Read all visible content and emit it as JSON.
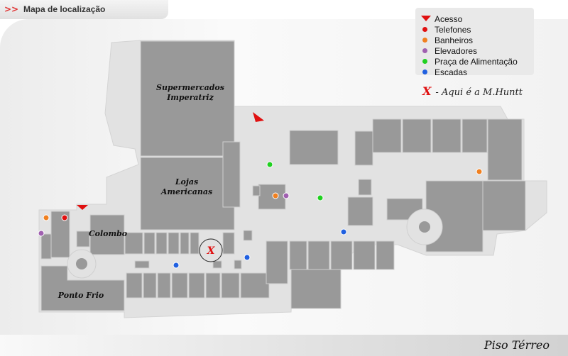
{
  "header": {
    "arrow": ">>",
    "title": "Mapa de localização"
  },
  "legend": {
    "items": [
      {
        "label": "Acesso",
        "symbol": "triangle",
        "color": "#e01010"
      },
      {
        "label": "Telefones",
        "symbol": "dot",
        "color": "#e01010"
      },
      {
        "label": "Banheiros",
        "symbol": "dot",
        "color": "#f08020"
      },
      {
        "label": "Elevadores",
        "symbol": "dot",
        "color": "#a060b0"
      },
      {
        "label": "Praça de Alimentação",
        "symbol": "dot",
        "color": "#20d020"
      },
      {
        "label": "Escadas",
        "symbol": "dot",
        "color": "#2060e0"
      }
    ],
    "here_symbol": "X",
    "here_text": "- Aqui é a M.Huntt"
  },
  "stores": {
    "supermercados_1": "Supermercados",
    "supermercados_2": "Imperatriz",
    "lojas_1": "Lojas",
    "lojas_2": "Americanas",
    "colombo": "Colombo",
    "ponto_frio": "Ponto Frio"
  },
  "map": {
    "current_location_marker": "X"
  },
  "footer": {
    "floor": "Piso Térreo"
  },
  "colors": {
    "corridor": "#e3e3e3",
    "store": "#9a9a9a",
    "store_outline": "#cfcfcf",
    "access": "#e01010",
    "telefones": "#e01010",
    "banheiros": "#f08020",
    "elevadores": "#a060b0",
    "praca": "#20d020",
    "escadas": "#2060e0"
  }
}
